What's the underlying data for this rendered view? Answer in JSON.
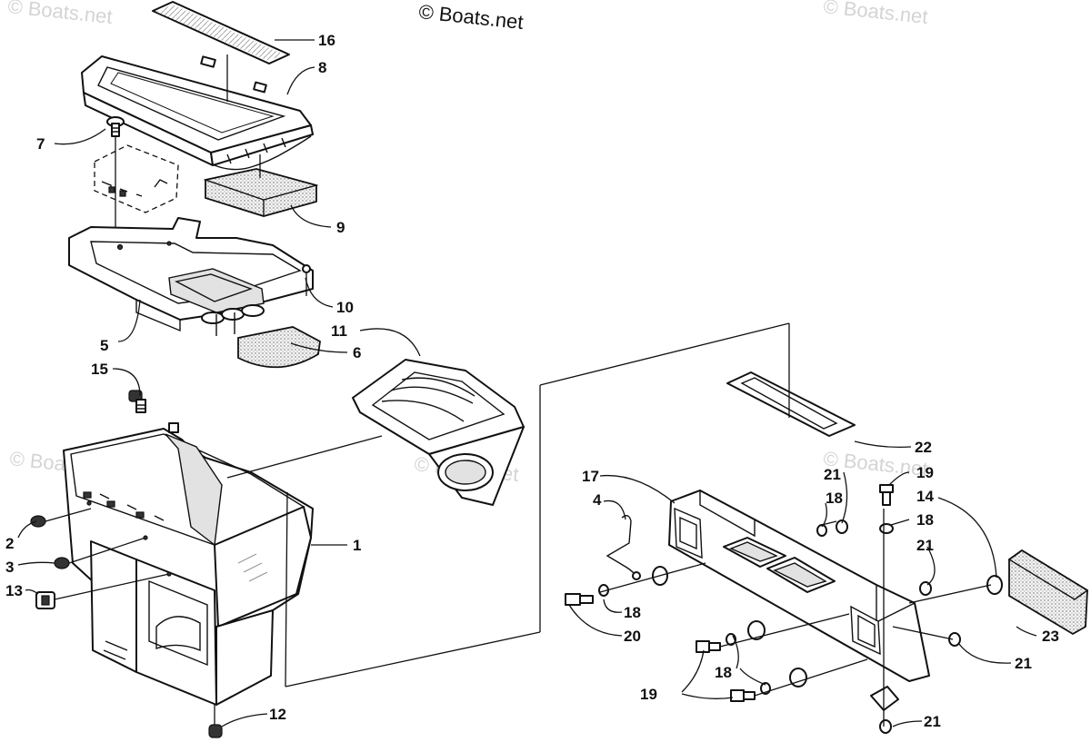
{
  "watermark": {
    "main": "© Boats.net",
    "faint": "© Boats.net"
  },
  "labels": {
    "p1": "1",
    "p2": "2",
    "p3": "3",
    "p4": "4",
    "p5": "5",
    "p6": "6",
    "p7": "7",
    "p8": "8",
    "p9": "9",
    "p10": "10",
    "p11": "11",
    "p12": "12",
    "p13": "13",
    "p14": "14",
    "p15": "15",
    "p16": "16",
    "p17": "17",
    "p18a": "18",
    "p18b": "18",
    "p18c": "18",
    "p18d": "18",
    "p19a": "19",
    "p19b": "19",
    "p20": "20",
    "p21a": "21",
    "p21b": "21",
    "p21c": "21",
    "p21d": "21",
    "p22": "22",
    "p23": "23"
  },
  "colors": {
    "line": "#111111",
    "watermark_faint": "#d4d4d4",
    "background": "#ffffff"
  }
}
